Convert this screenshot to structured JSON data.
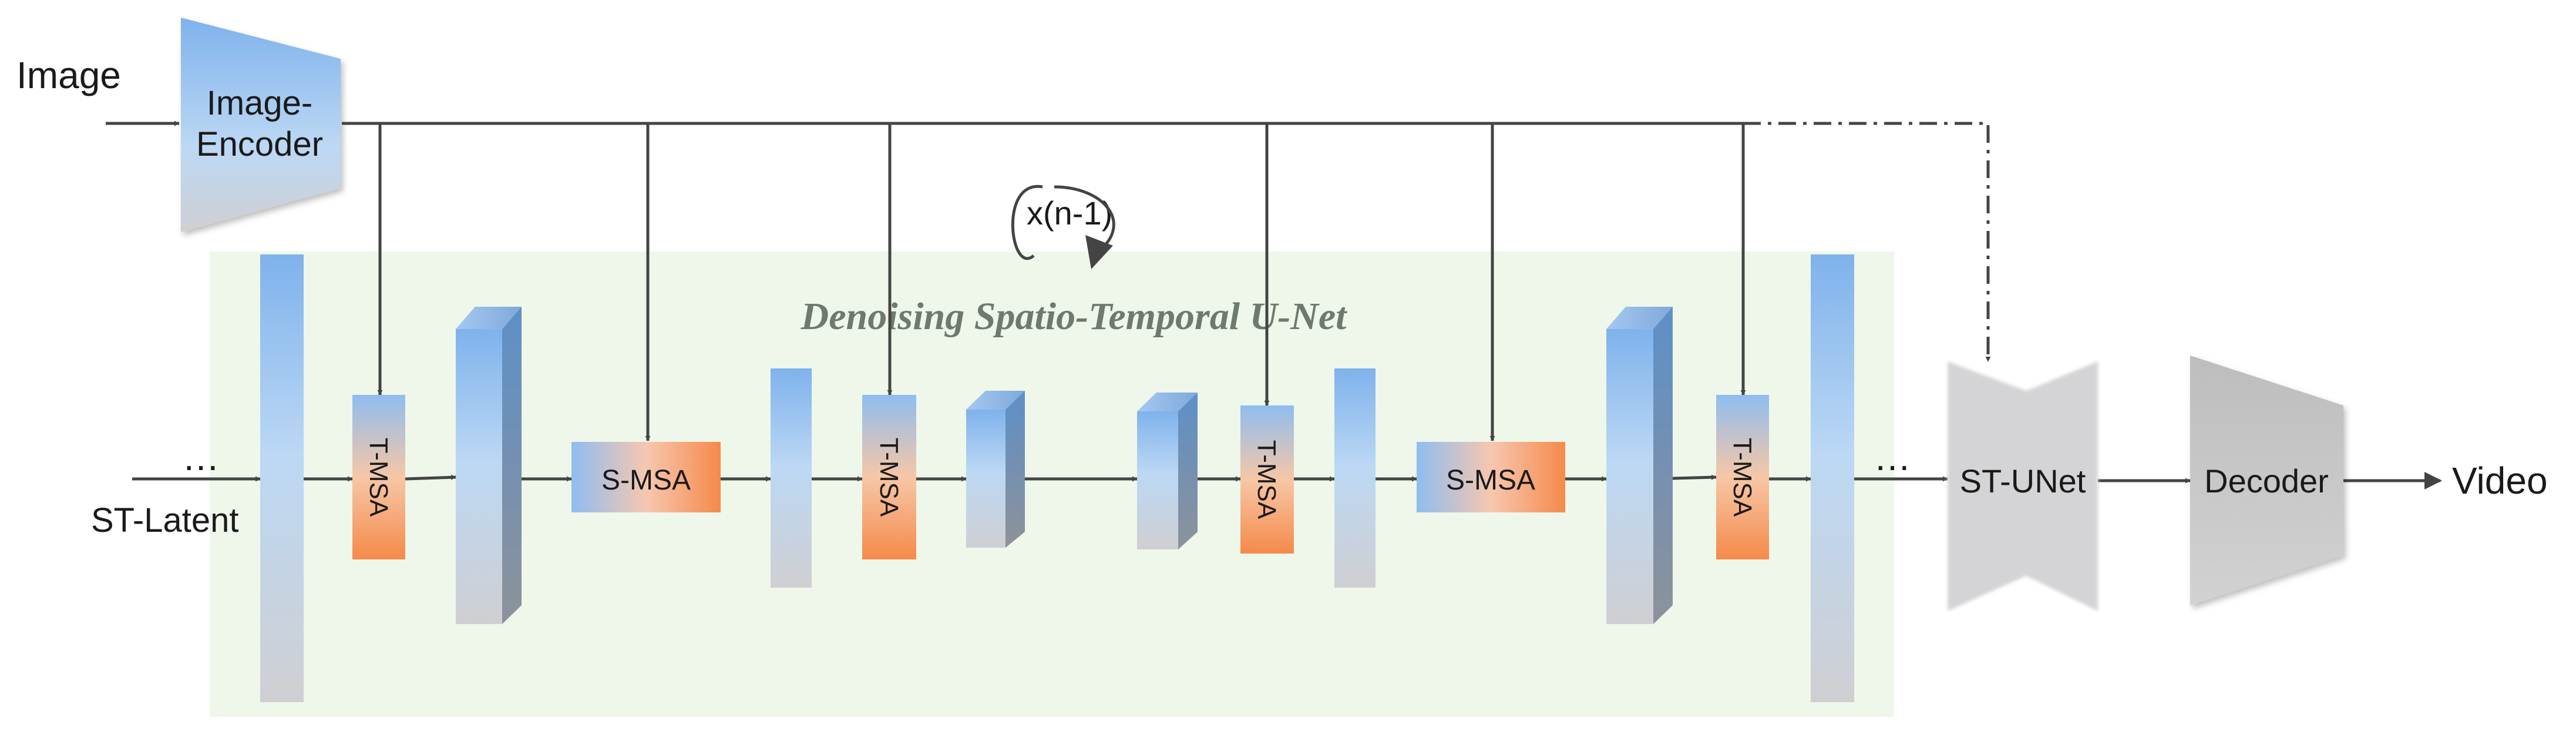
{
  "inputs": {
    "image": "Image",
    "latent": "ST-Latent",
    "ellipsis_left": "…",
    "ellipsis_right": "…"
  },
  "encoder": {
    "line1": "Image-",
    "line2": "Encoder"
  },
  "unet": {
    "title": "Denoising Spatio-Temporal U-Net",
    "repeat": "x(n-1)"
  },
  "blocks": {
    "tmsa": "T-MSA",
    "smsa": "S-MSA"
  },
  "outputs": {
    "stunet": "ST-UNet",
    "decoder": "Decoder",
    "video": "Video"
  },
  "colors": {
    "background_box": "#eef7ea",
    "tower_blue": "#7fb2ec",
    "tower_gray": "#c9ccd0",
    "msa_blue": "#8fbdf0",
    "msa_orange": "#f59a5d",
    "arrow": "#444444",
    "decoder_gray": "#c8c8c8"
  }
}
